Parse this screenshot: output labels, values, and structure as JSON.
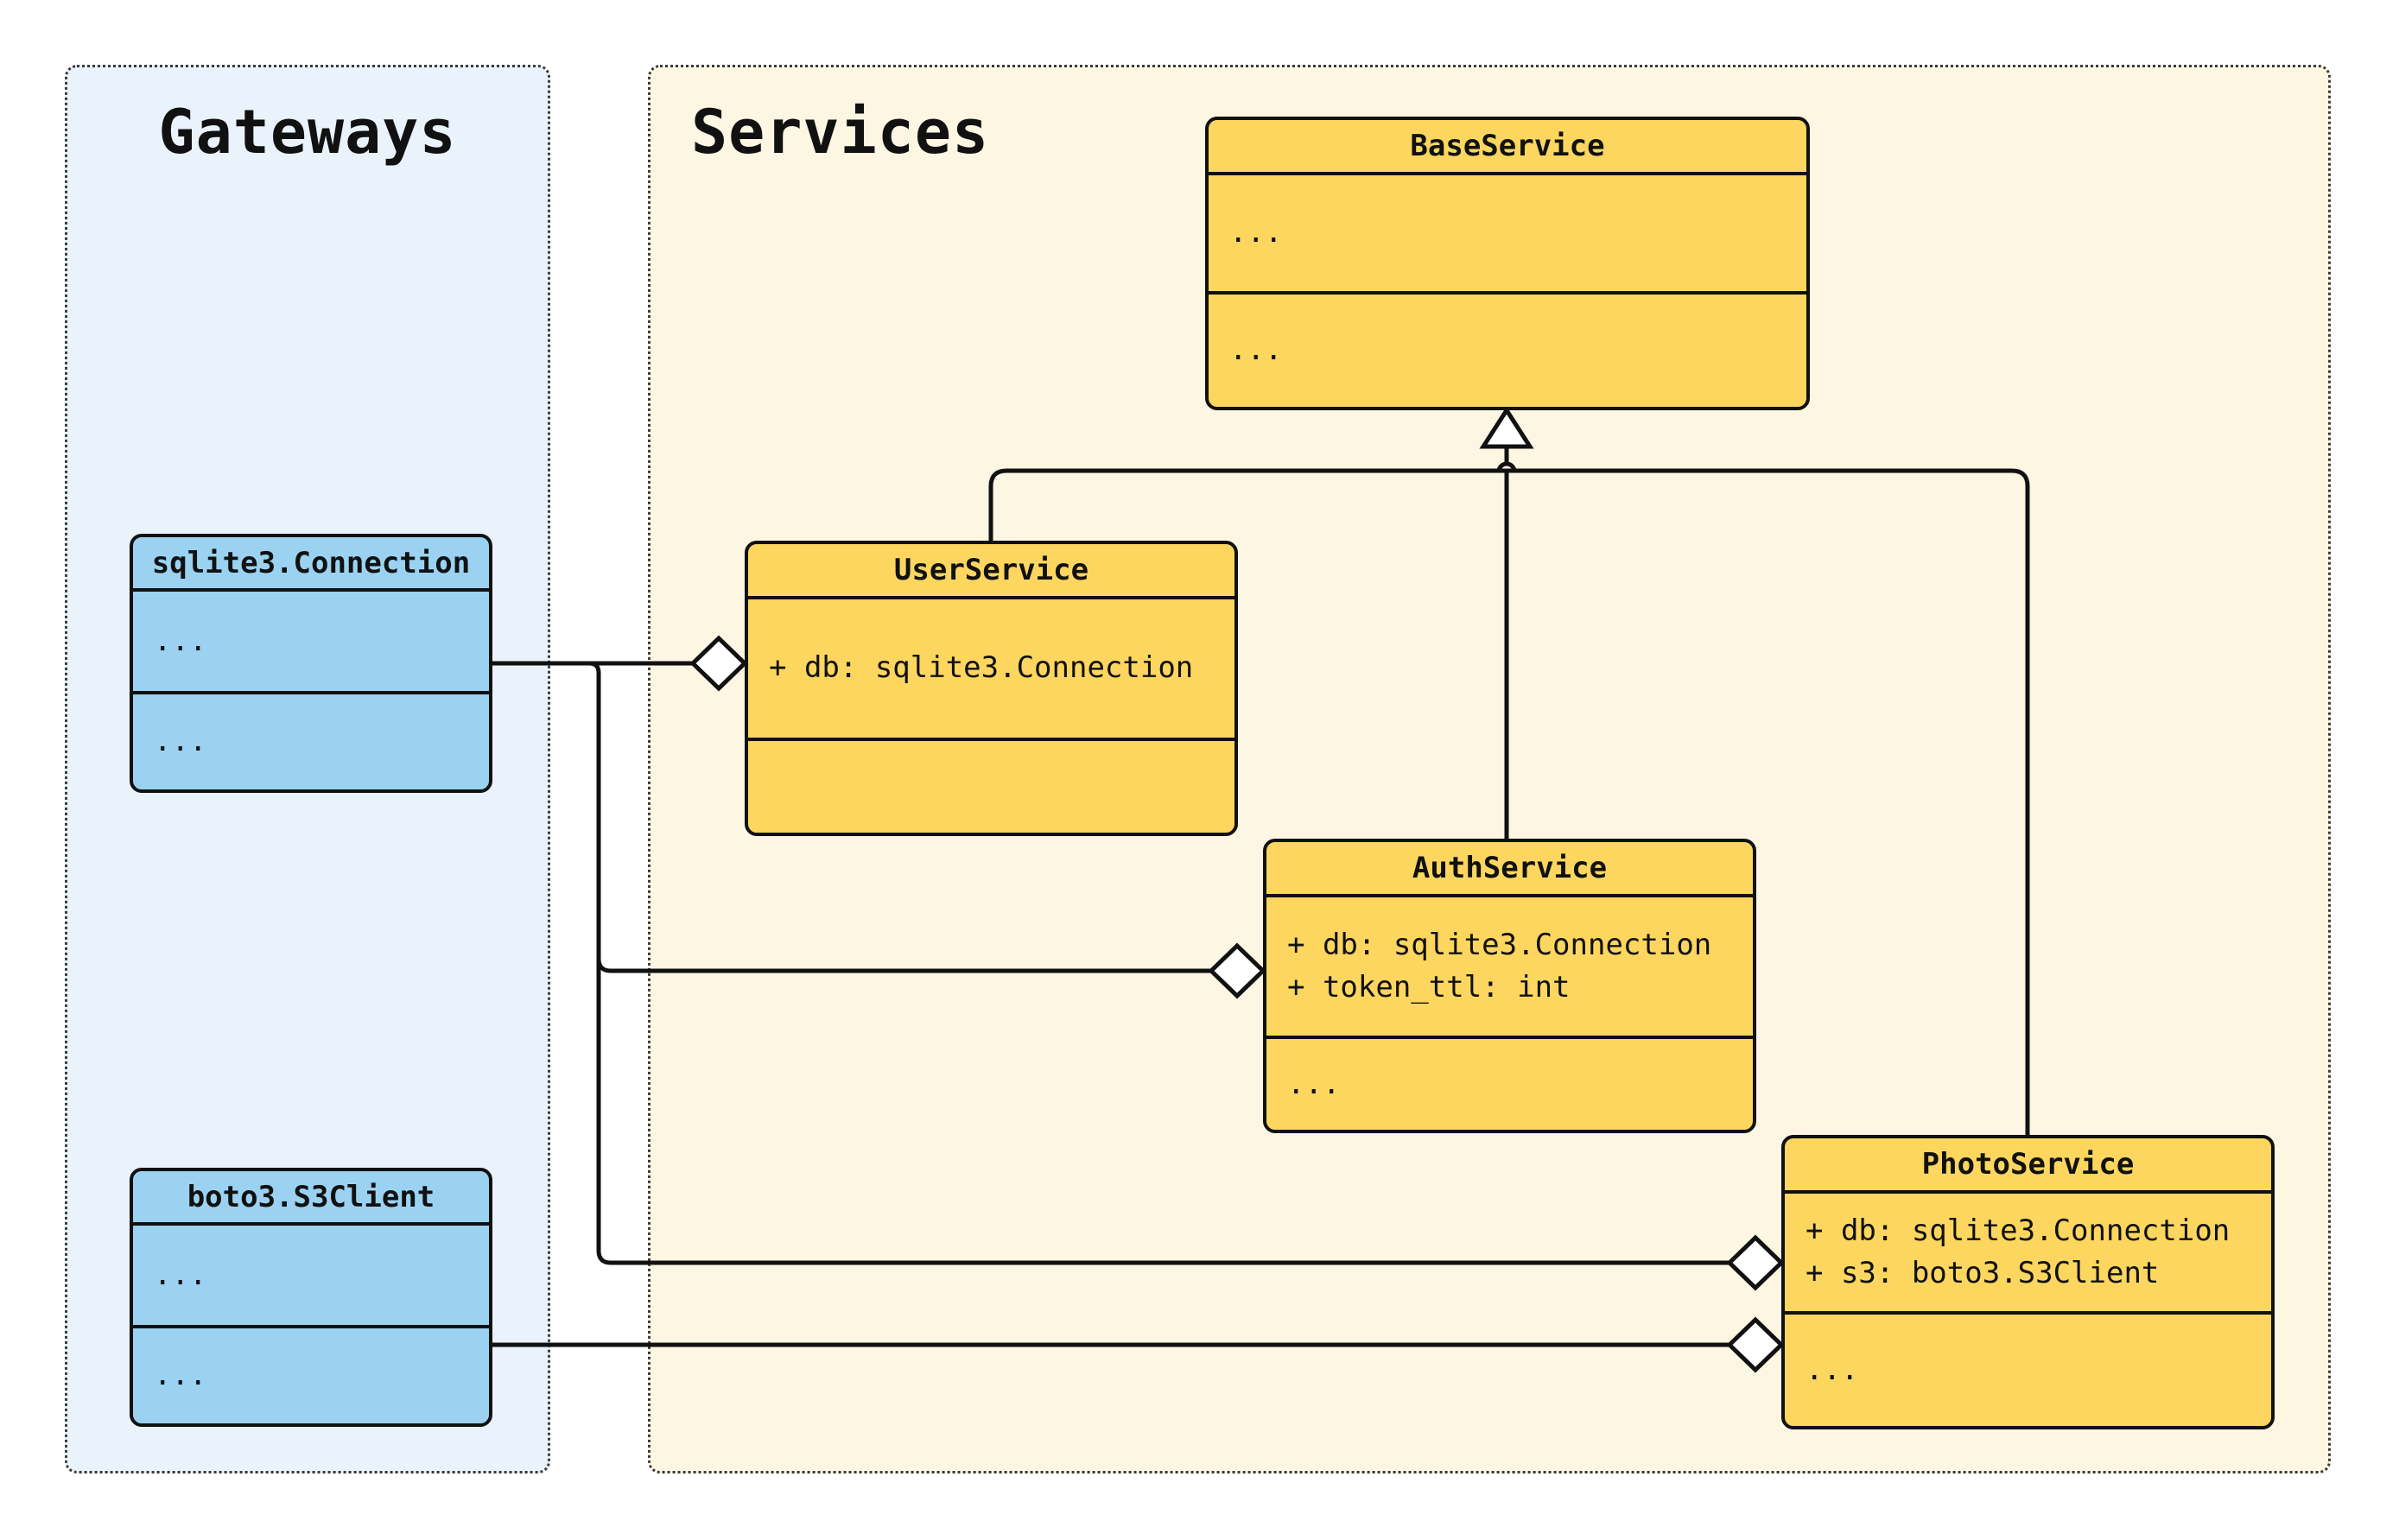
{
  "canvas": {
    "background": "#ffffff",
    "line_color": "#111111"
  },
  "groups": {
    "gateways": {
      "label": "Gateways",
      "fill": "#eaf2fb"
    },
    "services": {
      "label": "Services",
      "fill": "#fdf6e3"
    }
  },
  "classes": {
    "sqlite_connection": {
      "title": "sqlite3.Connection",
      "fill": "#9bd2f1",
      "attrs": [
        "..."
      ],
      "methods": [
        "..."
      ]
    },
    "boto_s3client": {
      "title": "boto3.S3Client",
      "fill": "#9bd2f1",
      "attrs": [
        "..."
      ],
      "methods": [
        "..."
      ]
    },
    "base_service": {
      "title": "BaseService",
      "fill": "#fcd65f",
      "attrs": [
        "..."
      ],
      "methods": [
        "..."
      ]
    },
    "user_service": {
      "title": "UserService",
      "fill": "#fcd65f",
      "attrs": [
        "+ db: sqlite3.Connection"
      ],
      "methods": []
    },
    "auth_service": {
      "title": "AuthService",
      "fill": "#fcd65f",
      "attrs": [
        "+ db: sqlite3.Connection",
        "+ token_ttl: int"
      ],
      "methods": [
        "..."
      ]
    },
    "photo_service": {
      "title": "PhotoService",
      "fill": "#fcd65f",
      "attrs": [
        "+ db: sqlite3.Connection",
        "+ s3: boto3.S3Client"
      ],
      "methods": [
        "..."
      ]
    }
  },
  "relationships": [
    {
      "type": "inheritance",
      "from": "UserService",
      "to": "BaseService"
    },
    {
      "type": "inheritance",
      "from": "AuthService",
      "to": "BaseService"
    },
    {
      "type": "inheritance",
      "from": "PhotoService",
      "to": "BaseService"
    },
    {
      "type": "aggregation",
      "from": "sqlite3.Connection",
      "to": "UserService"
    },
    {
      "type": "aggregation",
      "from": "sqlite3.Connection",
      "to": "AuthService"
    },
    {
      "type": "aggregation",
      "from": "sqlite3.Connection",
      "to": "PhotoService"
    },
    {
      "type": "aggregation",
      "from": "boto3.S3Client",
      "to": "PhotoService"
    }
  ]
}
